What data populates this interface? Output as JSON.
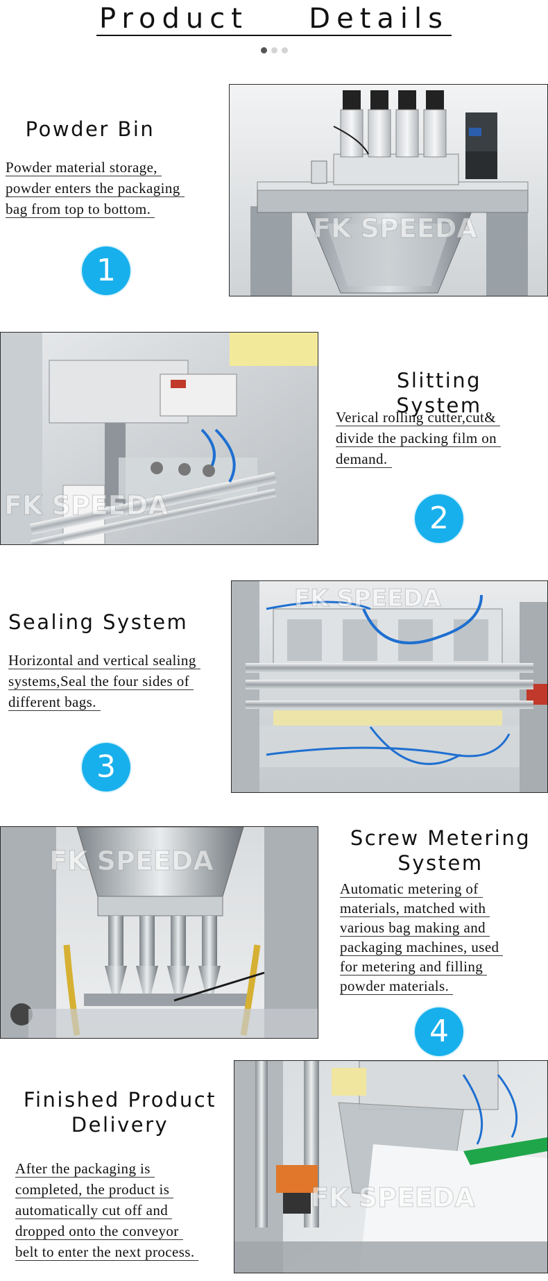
{
  "page": {
    "title": "Product  Details",
    "dots": [
      true,
      false,
      false
    ]
  },
  "watermark": "FK SPEEDA",
  "sections": [
    {
      "heading": [
        "Powder Bin"
      ],
      "desc": [
        "Powder material storage,",
        "powder enters the packaging",
        "bag from top to bottom."
      ],
      "number": "1"
    },
    {
      "heading": [
        "Slitting System"
      ],
      "desc": [
        "Verical rolling cutter,cut&",
        "divide the packing film on",
        "demand."
      ],
      "number": "2"
    },
    {
      "heading": [
        "Sealing System"
      ],
      "desc": [
        "Horizontal and vertical sealing",
        "systems,Seal the four sides of",
        "different bags."
      ],
      "number": "3"
    },
    {
      "heading": [
        "Screw Metering",
        "System"
      ],
      "desc": [
        "Automatic metering of",
        "materials, matched with",
        "various bag making and",
        "packaging machines, used",
        "for metering and filling",
        "powder materials."
      ],
      "number": "4"
    },
    {
      "heading": [
        "Finished Product",
        "Delivery"
      ],
      "desc": [
        "After the packaging is",
        "completed, the product is",
        "automatically cut off and",
        "dropped onto the conveyor",
        "belt to enter the next process."
      ]
    }
  ]
}
